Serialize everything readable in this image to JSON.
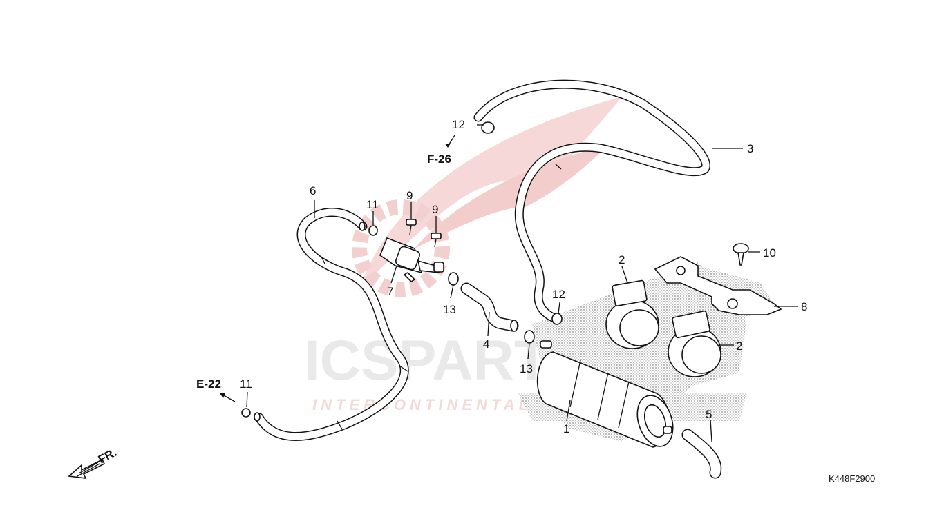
{
  "diagram": {
    "part_code": "K448F2900",
    "refs": {
      "f26": "F-26",
      "e22": "E-22",
      "front": "FR."
    },
    "watermark": {
      "brand": "ICSPARTS",
      "tagline": "INTERCONTINENTAL SPARES"
    },
    "callouts": [
      {
        "id": "1",
        "text": "1"
      },
      {
        "id": "2a",
        "text": "2"
      },
      {
        "id": "2b",
        "text": "2"
      },
      {
        "id": "3",
        "text": "3"
      },
      {
        "id": "4",
        "text": "4"
      },
      {
        "id": "5",
        "text": "5"
      },
      {
        "id": "6",
        "text": "6"
      },
      {
        "id": "7",
        "text": "7"
      },
      {
        "id": "8",
        "text": "8"
      },
      {
        "id": "9a",
        "text": "9"
      },
      {
        "id": "9b",
        "text": "9"
      },
      {
        "id": "10",
        "text": "10"
      },
      {
        "id": "11a",
        "text": "11"
      },
      {
        "id": "11b",
        "text": "11"
      },
      {
        "id": "12a",
        "text": "12"
      },
      {
        "id": "12b",
        "text": "12"
      },
      {
        "id": "13a",
        "text": "13"
      },
      {
        "id": "13b",
        "text": "13"
      }
    ],
    "colors": {
      "line": "#111111",
      "watermark_red": "#f0c8c8",
      "watermark_grey": "#e9e9e9"
    }
  }
}
